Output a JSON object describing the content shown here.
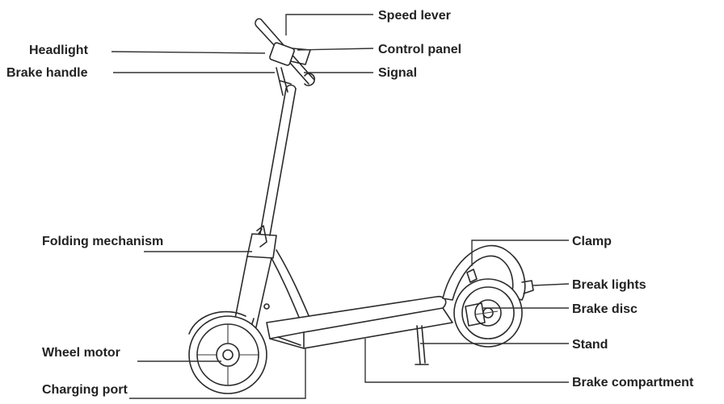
{
  "diagram": {
    "labels": {
      "speed_lever": "Speed lever",
      "headlight": "Headlight",
      "control_panel": "Control panel",
      "brake_handle": "Brake handle",
      "signal": "Signal",
      "folding_mechanism": "Folding mechanism",
      "clamp": "Clamp",
      "break_lights": "Break lights",
      "brake_disc": "Brake disc",
      "stand": "Stand",
      "wheel_motor": "Wheel motor",
      "brake_compartment": "Brake compartment",
      "charging_port": "Charging port"
    },
    "colors": {
      "line": "#2a2a2a",
      "text": "#222222",
      "background": "#ffffff"
    }
  }
}
